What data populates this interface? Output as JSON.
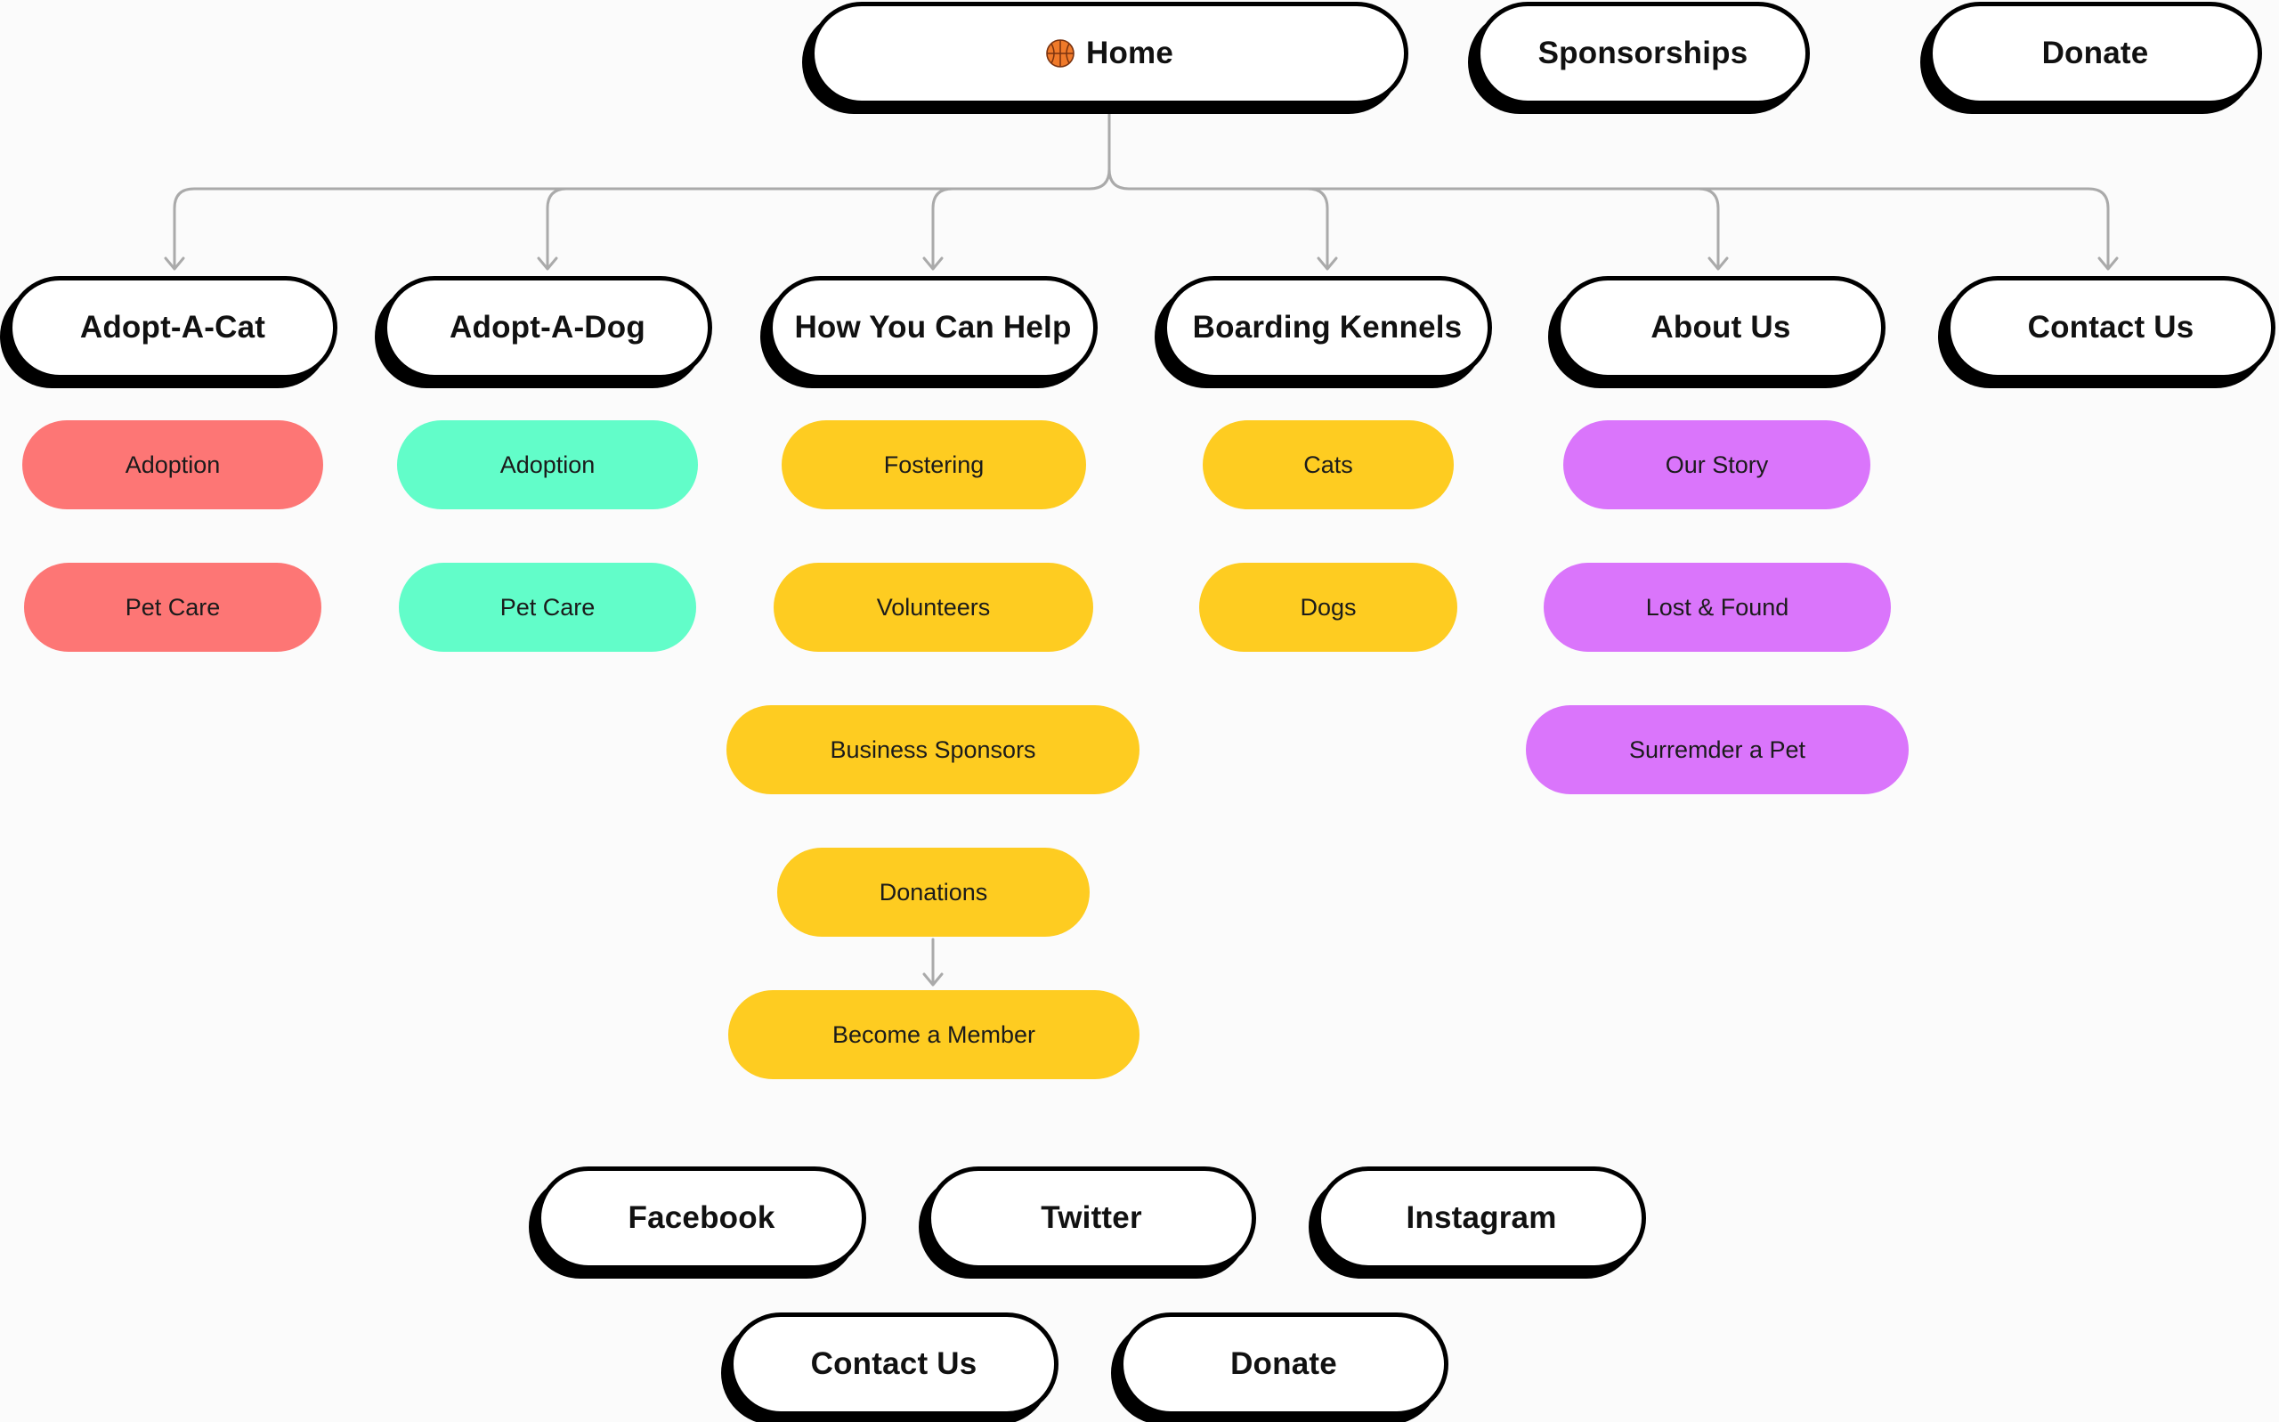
{
  "top_nav": {
    "home": {
      "label": "Home",
      "icon": "basketball-icon"
    },
    "sponsorships": "Sponsorships",
    "donate": "Donate"
  },
  "sections": [
    {
      "title": "Adopt-A-Cat",
      "color": "#fd7675",
      "items": [
        "Adoption",
        "Pet Care"
      ]
    },
    {
      "title": "Adopt-A-Dog",
      "color": "#62fdc9",
      "items": [
        "Adoption",
        "Pet Care"
      ]
    },
    {
      "title": "How You Can Help",
      "color": "#fecc21",
      "items": [
        "Fostering",
        "Volunteers",
        "Business Sponsors",
        "Donations",
        "Become a Member"
      ]
    },
    {
      "title": "Boarding Kennels",
      "color": "#fecc21",
      "items": [
        "Cats",
        "Dogs"
      ]
    },
    {
      "title": "About Us",
      "color": "#da75fb",
      "items": [
        "Our Story",
        "Lost & Found",
        "Surremder a Pet"
      ]
    },
    {
      "title": "Contact Us",
      "color": "#ffffff",
      "items": []
    }
  ],
  "footer": {
    "facebook": "Facebook",
    "twitter": "Twitter",
    "instagram": "Instagram",
    "contact": "Contact Us",
    "donate": "Donate"
  },
  "connector_color": "#aaaaaa"
}
